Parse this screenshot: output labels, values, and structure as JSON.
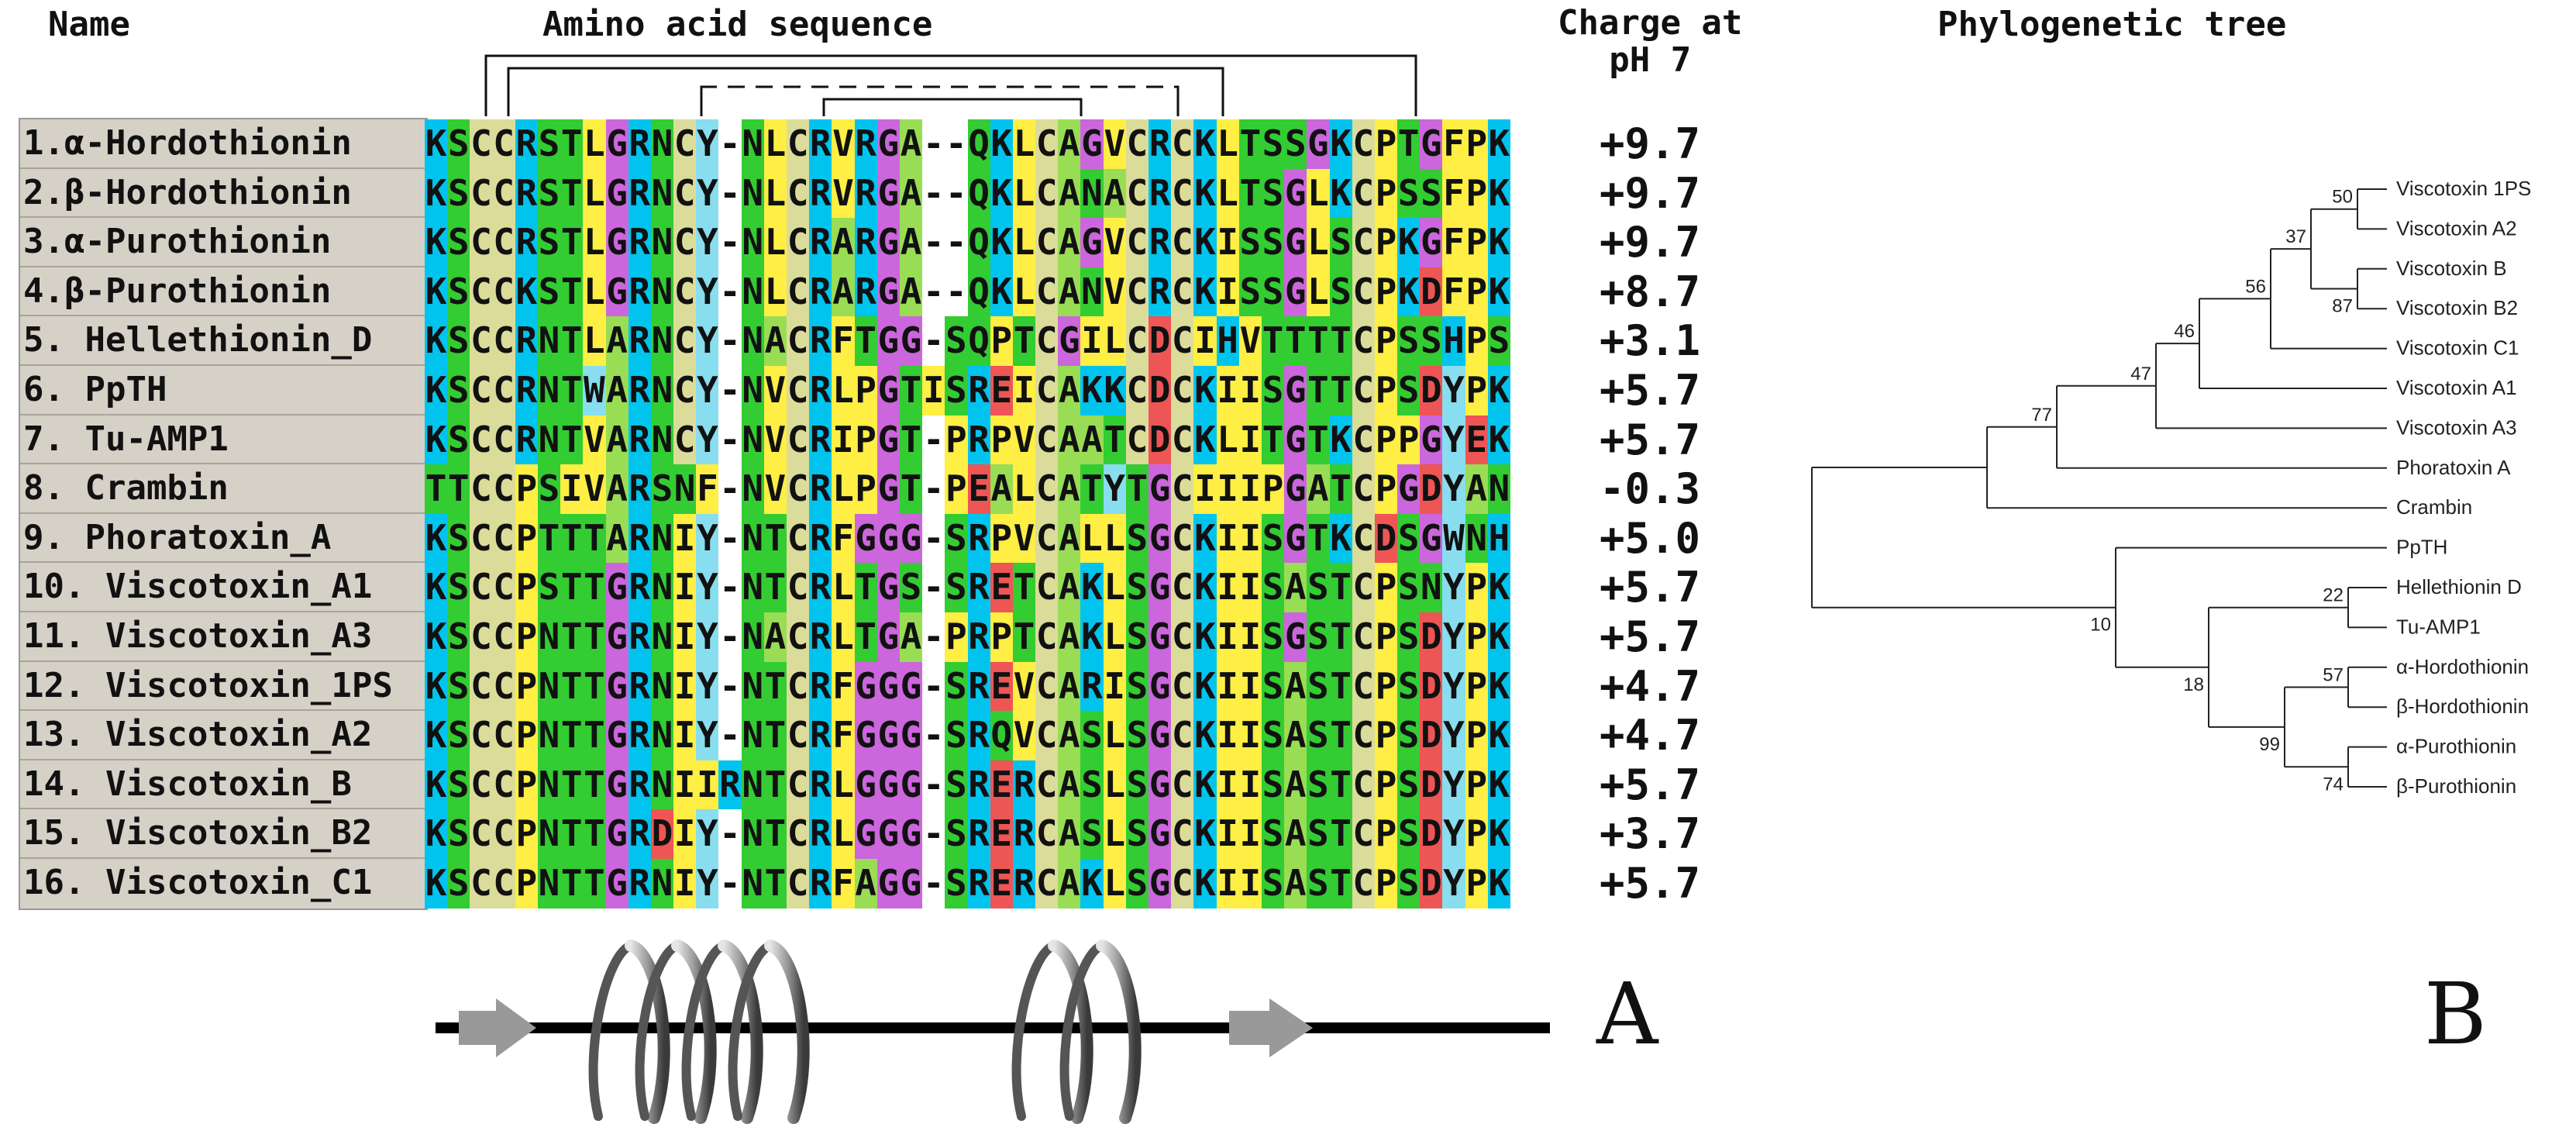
{
  "headers": {
    "name": "Name",
    "sequence": "Amino acid sequence",
    "charge_line1": "Charge at",
    "charge_line2": "pH 7",
    "tree": "Phylogenetic tree"
  },
  "colors": {
    "K": "#00c4ee",
    "R": "#00c4ee",
    "H": "#00c4ee",
    "S": "#33cc33",
    "T": "#33cc33",
    "Q": "#33cc33",
    "N": "#33cc33",
    "C": "#dcdc9a",
    "L": "#ffee44",
    "I": "#ffee44",
    "V": "#ffee44",
    "M": "#ffee44",
    "A": "#99dd55",
    "G": "#cc66dd",
    "F": "#ffee44",
    "Y": "#88ddee",
    "W": "#88ddee",
    "P": "#ffee44",
    "D": "#ee5555",
    "E": "#ee5555",
    "-": "#ffffff"
  },
  "alignment": [
    {
      "name": "1.α-Hordothionin",
      "seq": "KSCCRSTLGRNCY-NLCRVRGA--QKLCAGVCRCKLTSSGKCPTGFPK",
      "charge": "+9.7"
    },
    {
      "name": "2.β-Hordothionin",
      "seq": "KSCCRSTLGRNCY-NLCRVRGA--QKLCANACRCKLTSGLKCPSSFPK",
      "charge": "+9.7"
    },
    {
      "name": "3.α-Purothionin",
      "seq": "KSCCRSTLGRNCY-NLCRARGA--QKLCAGVCRCKISSGLSCPKGFPK",
      "charge": "+9.7"
    },
    {
      "name": "4.β-Purothionin",
      "seq": "KSCCKSTLGRNCY-NLCRARGA--QKLCANVCRCKISSGLSCPKDFPK",
      "charge": "+8.7"
    },
    {
      "name": "5. Hellethionin_D",
      "seq": "KSCCRNTLARNCY-NACRFTGG-SQPTCGILCDCIHVTTTTCPSSHPS",
      "charge": "+3.1"
    },
    {
      "name": "6. PpTH",
      "seq": "KSCCRNTWARNCY-NVCRLPGTISREICAKKCDCKIISGTTCPSDYPK",
      "charge": "+5.7"
    },
    {
      "name": "7. Tu-AMP1",
      "seq": "KSCCRNTVARNCY-NVCRIPGT-PRPVCAATCDCKLITGTKCPPGYEK",
      "charge": "+5.7"
    },
    {
      "name": "8. Crambin",
      "seq": "TTCCPSIVARSNF-NVCRLPGT-PEALCATYTGCIIIPGATCPGDYAN",
      "charge": "-0.3"
    },
    {
      "name": "9. Phoratoxin_A",
      "seq": "KSCCPTTTARNIY-NTCRFGGG-SRPVCALLSGCKIISGTKCDSGWNH",
      "charge": "+5.0"
    },
    {
      "name": "10. Viscotoxin_A1",
      "seq": "KSCCPSTTGRNIY-NTCRLTGS-SRETCAKLSGCKIISASTCPSNYPK",
      "charge": "+5.7"
    },
    {
      "name": "11. Viscotoxin_A3",
      "seq": "KSCCPNTTGRNIY-NACRLTGA-PRPTCAKLSGCKIISGSTCPSDYPK",
      "charge": "+5.7"
    },
    {
      "name": "12. Viscotoxin_1PS",
      "seq": "KSCCPNTTGRNIY-NTCRFGGG-SREVCARISGCKIISASTCPSDYPK",
      "charge": "+4.7"
    },
    {
      "name": "13. Viscotoxin_A2",
      "seq": "KSCCPNTTGRNIY-NTCRFGGG-SRQVCASLSGCKIISASTCPSDYPK",
      "charge": "+4.7"
    },
    {
      "name": "14. Viscotoxin_B",
      "seq": "KSCCPNTTGRNIIRNTCRLGGG-SRERCASLSGCKIISASTCPSDYPK",
      "charge": "+5.7"
    },
    {
      "name": "15. Viscotoxin_B2",
      "seq": "KSCCPNTTGRDIY-NTCRLGGG-SRERCASLSGCKIISASTCPSDYPK",
      "charge": "+3.7"
    },
    {
      "name": "16. Viscotoxin_C1",
      "seq": "KSCCPNTTGRNIY-NTCRFAGG-SRERCAKLSGCKIISASTCPSDYPK",
      "charge": "+5.7"
    }
  ],
  "panel_letters": {
    "a": "A",
    "b": "B"
  },
  "tree": {
    "leaves": [
      "Viscotoxin  1PS",
      "Viscotoxin  A2",
      "Viscotoxin  B",
      "Viscotoxin  B2",
      "Viscotoxin  C1",
      "Viscotoxin  A1",
      "Viscotoxin  A3",
      "Phoratoxin A",
      "Crambin",
      "PpTH",
      "Hellethionin D",
      "Tu-AMP1",
      "α-Hordothionin",
      "β-Hordothionin",
      "α-Purothionin",
      "β-Purothionin"
    ],
    "bootstrap": [
      "50",
      "37",
      "87",
      "56",
      "46",
      "47",
      "77",
      "10",
      "22",
      "57",
      "18",
      "99",
      "74"
    ]
  }
}
